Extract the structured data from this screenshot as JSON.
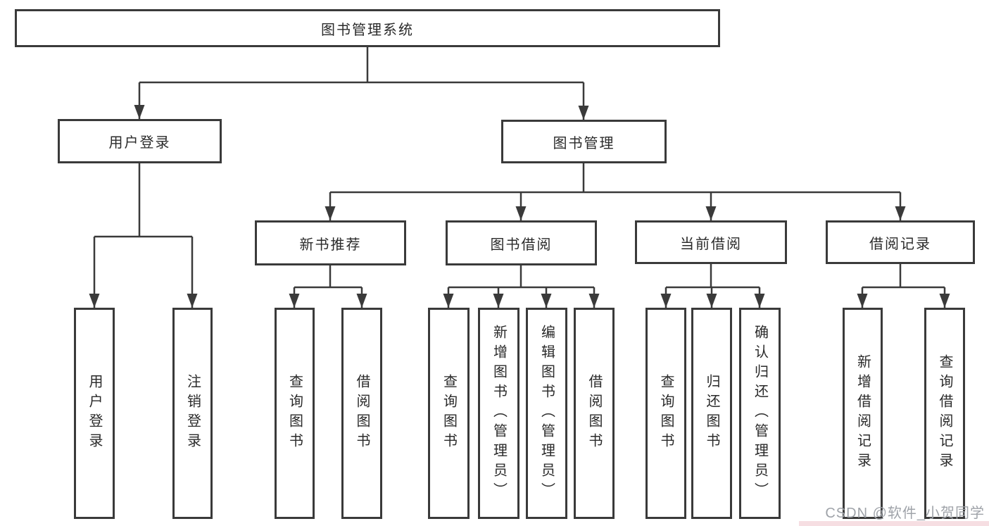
{
  "diagram": {
    "title": "图书管理系统",
    "colors": {
      "box_border": "#3a3a3a",
      "connector_line": "#3a3a3a",
      "text": "#2a2a2a",
      "background": "#ffffff",
      "watermark_text": "#9fa3a9"
    },
    "root": {
      "label": "图书管理系统"
    },
    "level2": {
      "user_login": {
        "label": "用户登录"
      },
      "book_mgmt": {
        "label": "图书管理"
      }
    },
    "level3": {
      "new_book_rec": {
        "label": "新书推荐"
      },
      "book_borrow": {
        "label": "图书借阅"
      },
      "current_borrow": {
        "label": "当前借阅"
      },
      "borrow_record": {
        "label": "借阅记录"
      }
    },
    "leaves": {
      "user_login": [
        "用户登录",
        "注销登录"
      ],
      "new_book_rec": [
        "查询图书",
        "借阅图书"
      ],
      "book_borrow": [
        "查询图书",
        "新增图书（管理员）",
        "编辑图书（管理员）",
        "借阅图书"
      ],
      "current_borrow": [
        "查询图书",
        "归还图书",
        "确认归还（管理员）"
      ],
      "borrow_record": [
        "新增借阅记录",
        "查询借阅记录"
      ]
    },
    "watermark": "CSDN @软件_小贺同学"
  }
}
